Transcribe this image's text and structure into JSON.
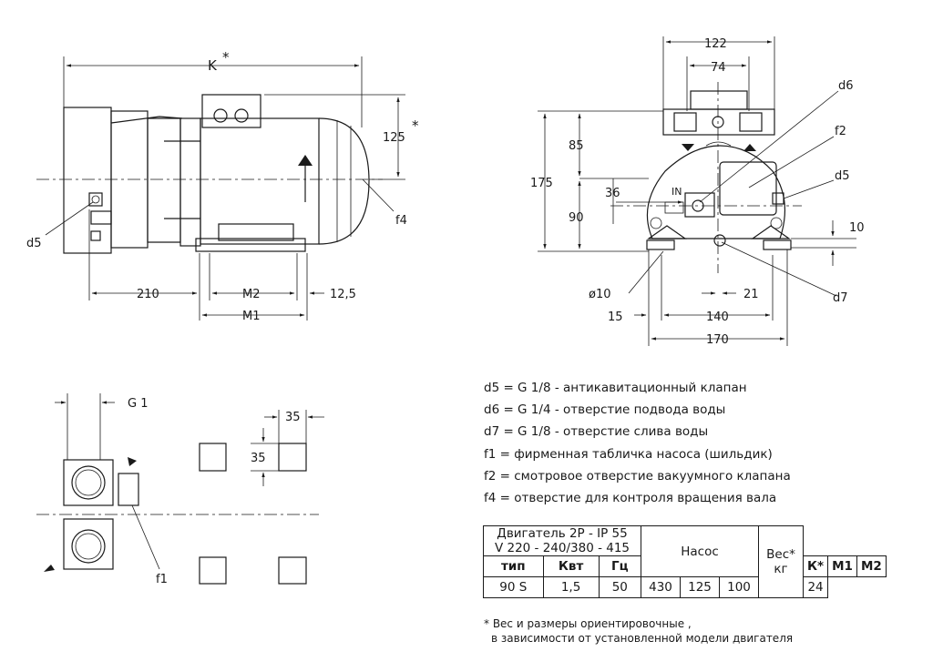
{
  "dimensions": {
    "k": "K",
    "star": "*",
    "d125": "125",
    "d210": "210",
    "m2": "M2",
    "d12_5": "12,5",
    "m1": "M1",
    "d122": "122",
    "d74": "74",
    "d175": "175",
    "d85": "85",
    "d90": "90",
    "d36": "36",
    "dia10": "ø10",
    "d15": "15",
    "d140": "140",
    "d170": "170",
    "d21": "21",
    "d10": "10",
    "g1": "G 1",
    "d35a": "35",
    "d35b": "35"
  },
  "callouts": {
    "d5": "d5",
    "f4": "f4",
    "d6": "d6",
    "f2": "f2",
    "d7": "d7",
    "f1": "f1",
    "in": "IN"
  },
  "legend": [
    "d5 = G 1/8 - антикавитационный клапан",
    "d6 = G 1/4 - отверстие подвода воды",
    "d7 = G 1/8 - отверстие слива воды",
    "f1 = фирменная табличка насоса (шильдик)",
    "f2 = смотровое отверстие вакуумного клапана",
    "f4 = отверстие для контроля вращения вала"
  ],
  "table": {
    "motor_line1": "Двигатель 2P - IP 55",
    "motor_line2": "V 220 - 240/380 - 415",
    "pump": "Насос",
    "weight_line1": "Вес*",
    "weight_line2": "кг",
    "headers": [
      "тип",
      "Квт",
      "Гц",
      "К*",
      "М1",
      "М2"
    ],
    "values": [
      "90 S",
      "1,5",
      "50",
      "430",
      "125",
      "100",
      "24"
    ]
  },
  "footnote": [
    "* Вес и размеры ориентировочные ,",
    "в зависимости от установленной модели двигателя"
  ]
}
